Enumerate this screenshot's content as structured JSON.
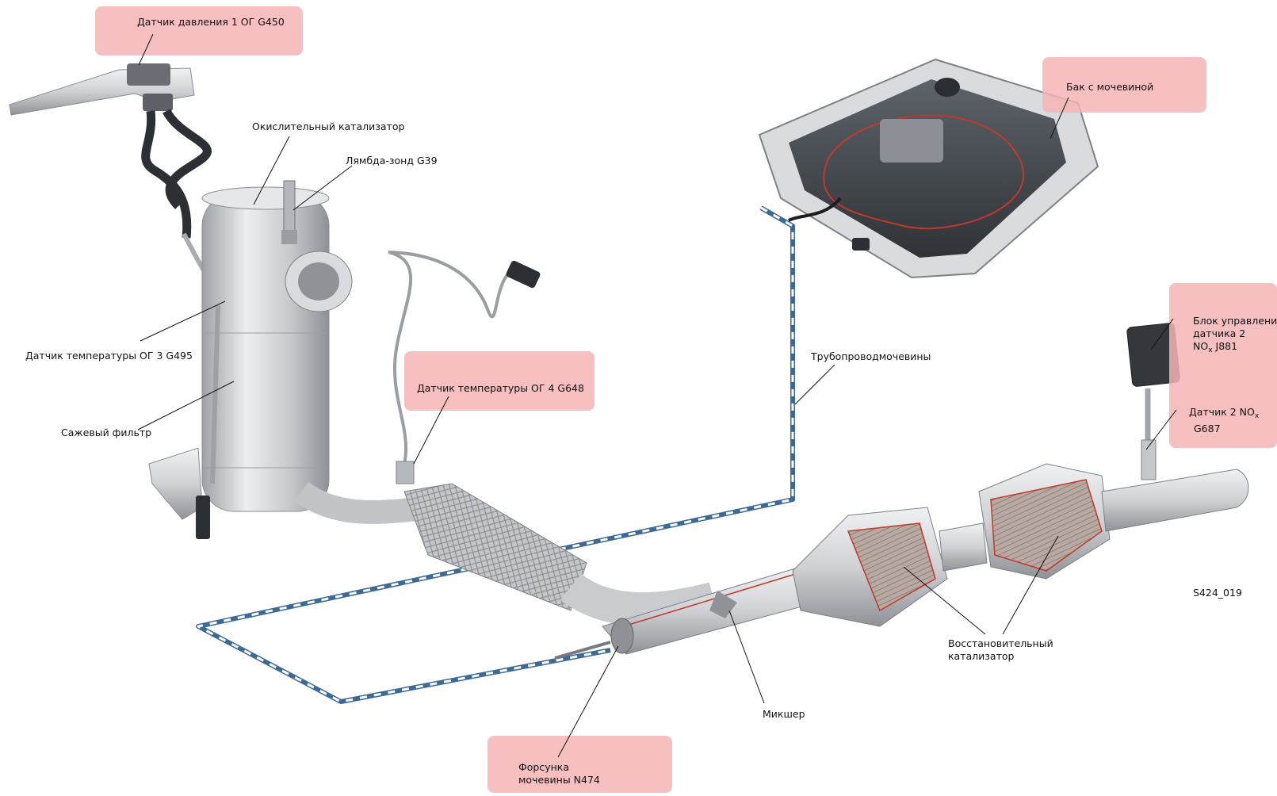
{
  "figure_id": "S424_019",
  "labels": {
    "pressure_sensor": "Датчик давления 1 ОГ G450",
    "oxidation_catalyst": "Окислительный катализатор",
    "lambda_probe": "Лямбда-зонд G39",
    "temp_sensor_3": "Датчик температуры ОГ 3 G495",
    "soot_filter": "Сажевый фильтр",
    "temp_sensor_4": "Датчик температуры ОГ 4 G648",
    "urea_line": "Трубопроводмочевины",
    "urea_tank": "Бак с мочевиной",
    "nox_unit_line1": "Блок управления",
    "nox_unit_line2": "датчика 2",
    "nox_unit_line3_a": "NO",
    "nox_unit_line3_sub": "x",
    "nox_unit_line3_b": " J881",
    "nox_sensor_line1_a": "Датчик 2 NO",
    "nox_sensor_line1_sub": "x",
    "nox_sensor_line2": "G687",
    "reduction_catalyst_line1": "Восстановительный",
    "reduction_catalyst_line2": "катализатор",
    "mixer": "Микшер",
    "injector_line1": "Форсунка",
    "injector_line2": "мочевины N474"
  },
  "colors": {
    "highlight": "#f4b5b5",
    "urea_pipe": "#3c6a96",
    "metal": "#c9cbce",
    "catalyst_cut": "#c0392b"
  }
}
